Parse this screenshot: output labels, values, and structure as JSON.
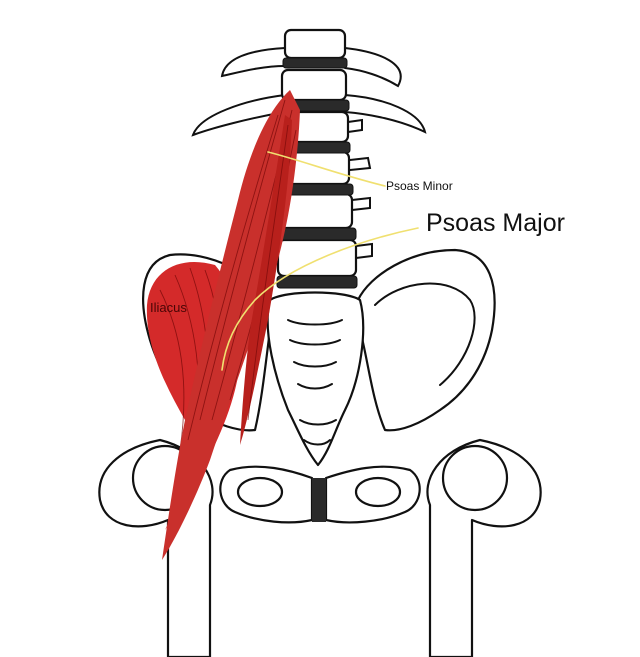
{
  "labels": {
    "psoas_minor": "Psoas Minor",
    "psoas_major": "Psoas Major",
    "iliacus": "Iliacus"
  },
  "colors": {
    "muscle": "#d42a2a",
    "muscle_dark": "#8e0f0f",
    "leader_line": "#f0e070",
    "bone_outline": "#111111",
    "disc": "#2a2a2a"
  }
}
